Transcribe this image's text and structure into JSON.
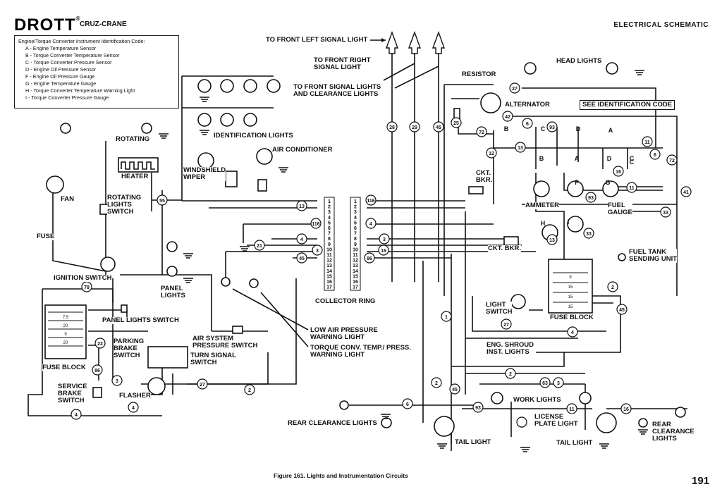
{
  "header": {
    "brand": "DROTT",
    "brand_mark": "®",
    "model": "CRUZ-CRANE",
    "section": "ELECTRICAL SCHEMATIC"
  },
  "legend": {
    "title": "Engine/Torque Converter Instrument Identification Code:",
    "items": [
      "A - Engine Temperature Sensor",
      "B - Torque Converter Temperature Sensor",
      "C - Torque Converter Pressure Sensor",
      "D - Engine Oil Pressure Sensor",
      "F - Engine Oil Pressure Gauge",
      "G - Engine Temperature Gauge",
      "H - Torque Converter Temperature Warning Light",
      "I - Torque Converter Pressure Gauge"
    ]
  },
  "labels": {
    "front_left_signal": "TO FRONT LEFT SIGNAL LIGHT",
    "front_right_signal": "TO FRONT RIGHT\nSIGNAL LIGHT",
    "front_signal_clearance": "TO FRONT SIGNAL LIGHTS\nAND CLEARANCE LIGHTS",
    "resistor": "RESISTOR",
    "head_lights": "HEAD LIGHTS",
    "alternator": "ALTERNATOR",
    "see_id_code": "SEE IDENTIFICATION CODE",
    "rotating": "ROTATING",
    "identification_lights": "IDENTIFICATION LIGHTS",
    "air_conditioner": "AIR CONDITIONER",
    "heater": "HEATER",
    "windshield_wiper": "WINDSHIELD\nWIPER",
    "fan": "FAN",
    "rotating_lights_switch": "ROTATING\nLIGHTS\nSWITCH",
    "fuse": "FUSE",
    "ignition_switch": "IGNITION SWITCH",
    "panel_lights": "PANEL\nLIGHTS",
    "panel_lights_switch": "PANEL LIGHTS SWITCH",
    "parking_brake_switch": "PARKING\nBRAKE\nSWITCH",
    "fuse_block_left": "FUSE BLOCK",
    "service_brake_switch": "SERVICE\nBRAKE\nSWITCH",
    "flasher": "FLASHER",
    "air_system_pressure_switch": "AIR SYSTEM\nPRESSURE SWITCH",
    "turn_signal_switch": "TURN SIGNAL\nSWITCH",
    "collector_ring": "COLLECTOR RING",
    "low_air_pressure": "LOW AIR PRESSURE\nWARNING LIGHT",
    "torque_conv_warning": "TORQUE CONV. TEMP./ PRESS.\nWARNING LIGHT",
    "ckt_bkr_top": "CKT.\nBKR.",
    "ckt_bkr_mid": "CKT. BKR.",
    "ammeter": "AMMETER",
    "fuel_gauge": "FUEL\nGAUGE",
    "fuel_tank_sending_unit": "FUEL TANK\nSENDING UNIT",
    "light_switch": "LIGHT\nSWITCH",
    "fuse_block_right": "FUSE BLOCK",
    "eng_shroud_inst_lights": "ENG. SHROUD\nINST. LIGHTS",
    "work_lights": "WORK LIGHTS",
    "rear_clearance_lights_left": "REAR CLEARANCE LIGHTS",
    "license_plate_light": "LICENSE\nPLATE LIGHT",
    "tail_light_left": "TAIL LIGHT",
    "tail_light_right": "TAIL LIGHT",
    "rear_clearance_lights_right": "REAR\nCLEARANCE\nLIGHTS"
  },
  "wire_numbers": [
    "28",
    "29",
    "45",
    "27",
    "25",
    "72",
    "42",
    "6",
    "93",
    "12",
    "13",
    "16",
    "11",
    "6",
    "72",
    "41",
    "93",
    "11",
    "33",
    "33",
    "13",
    "13",
    "116",
    "116",
    "4",
    "4",
    "3",
    "3",
    "16",
    "45",
    "86",
    "21",
    "55",
    "78",
    "22",
    "86",
    "3",
    "4",
    "4",
    "27",
    "2",
    "1",
    "27",
    "4",
    "2",
    "45",
    "2",
    "2",
    "45",
    "63",
    "3",
    "6",
    "93",
    "11",
    "16"
  ],
  "collector_ring_numbers": [
    "1",
    "2",
    "3",
    "4",
    "5",
    "6",
    "7",
    "8",
    "9",
    "10",
    "11",
    "12",
    "13",
    "14",
    "15",
    "16",
    "17"
  ],
  "sensor_codes": [
    "A",
    "B",
    "C",
    "D",
    "B",
    "C",
    "A",
    "D",
    "C",
    "H",
    "F",
    "G",
    "I"
  ],
  "heater_mark": "HEATER",
  "fuse_block_ratings_left": [
    "7.5",
    "20",
    "9",
    "20"
  ],
  "fuse_block_ratings_right": [
    "9",
    "15",
    "15",
    "15"
  ],
  "caption": "Figure 161.  Lights and Instrumentation Circuits",
  "page_number": "191"
}
